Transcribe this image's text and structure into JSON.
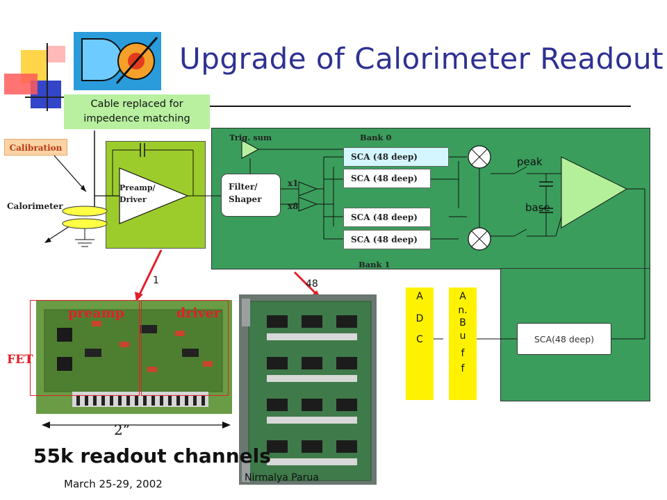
{
  "title": "Upgrade of Calorimeter Readout",
  "cable_label": "Cable replaced for impedence matching",
  "calibration": "Calibration",
  "calorimeter": "Calorimeter",
  "preamp_driver": [
    "Preamp/",
    "Driver"
  ],
  "trig_sum": "Trig. sum",
  "bank0": "Bank 0",
  "bank1": "Bank 1",
  "filter_shaper": [
    "Filter/",
    "Shaper"
  ],
  "gain_x1": "x1",
  "gain_x8": "x8",
  "sca_label": "SCA (48 deep)",
  "peak": "peak",
  "base": "base",
  "adc_letters": [
    "A",
    "D",
    "C"
  ],
  "abuf_letters": [
    "A",
    "n.",
    "B",
    "u",
    "f",
    "f"
  ],
  "sca_lower": "SCA(48 deep)",
  "arrow_num_1": "1",
  "arrow_num_48": "48",
  "preamp_photo_label": "preamp",
  "driver_photo_label": "driver",
  "fet_label": "FET",
  "dimension_label": "2”",
  "channels": "55k readout channels",
  "date": "March 25-29, 2002",
  "author": "Nirmalya Parua",
  "colors": {
    "title": "#2e3192",
    "main_box": "#3a9d5c",
    "preamp_box": "#9ccc2c",
    "cable_label_bg": "#b8f0a0",
    "sca_fill": "#d4f7ff",
    "adc_fill": "#fff200",
    "red_accent": "#e0202a"
  }
}
